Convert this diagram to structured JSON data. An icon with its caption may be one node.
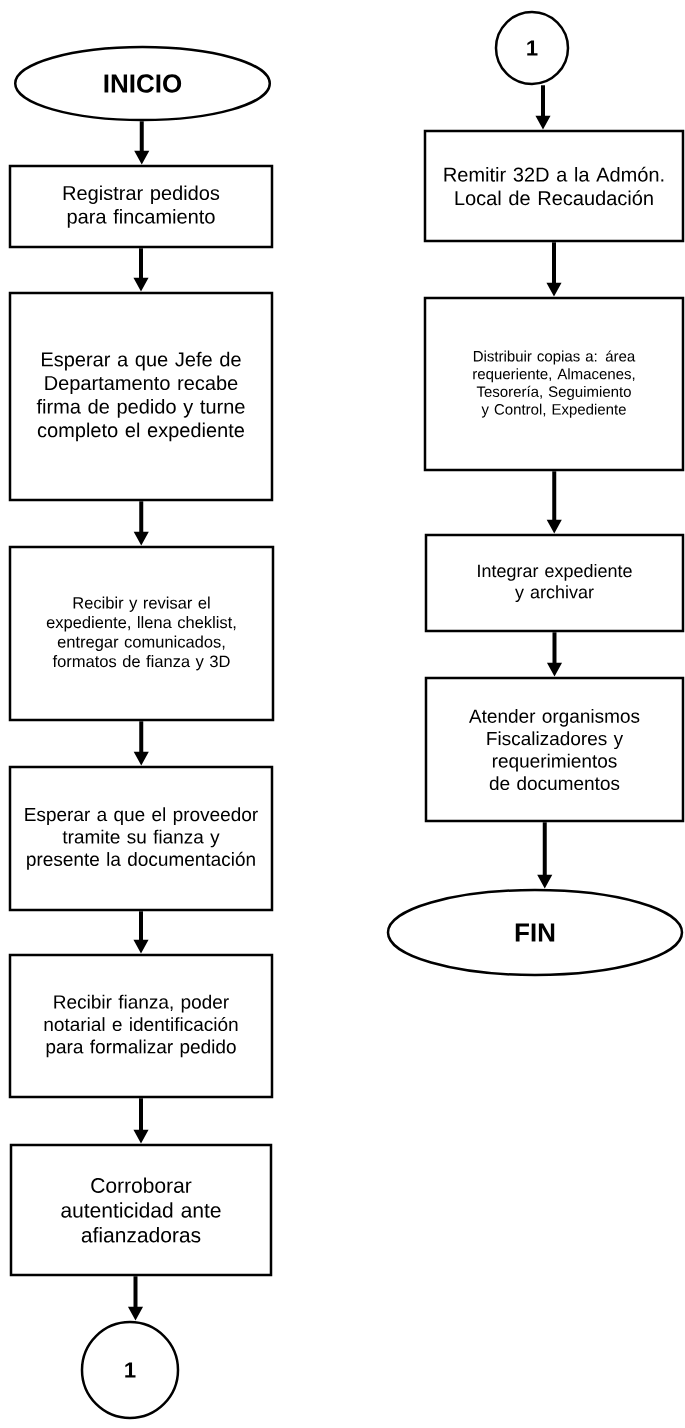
{
  "diagram": {
    "nodes": [
      {
        "text": [
          "INICIO"
        ]
      },
      {
        "text": [
          "Registrar pedidos para fincamiento"
        ]
      },
      {
        "text": [
          "Esperar a que Jefe de Departamento recabe firma de pedido y turne completo el expediente"
        ]
      },
      {
        "text": [
          "Recibir y revisar el expediente, llena cheklist, entregar comunicados, formatos de fianza y 3D"
        ]
      },
      {
        "text": [
          "Esperar a que el proveedor tramite su fianza y presente la documentación"
        ]
      },
      {
        "text": [
          "Recibir fianza, poder notarial e identificación para formalizar pedido"
        ]
      },
      {
        "text": [
          "Corroborar autenticidad ante afianzadoras"
        ]
      },
      {
        "text": [
          "1"
        ]
      },
      {
        "text": [
          "1"
        ]
      },
      {
        "text": [
          "Remitir 32D a la Admón. Local de Recaudación"
        ]
      },
      {
        "text": [
          "Distribuir copias a: área requeriente, Almacenes, Tesorería, Seguimiento y Control, Expediente"
        ]
      },
      {
        "text": [
          "Integrar expediente y archivar"
        ]
      },
      {
        "text": [
          "Atender organismos Fiscalizadores y requerimientos de documentos"
        ]
      },
      {
        "text": [
          "FIN"
        ]
      }
    ],
    "edges": [
      {
        "from": 0,
        "to": 1,
        "arrow": "to"
      },
      {
        "from": 1,
        "to": 2,
        "arrow": "to"
      },
      {
        "from": 2,
        "to": 3,
        "arrow": "to"
      },
      {
        "from": 3,
        "to": 4,
        "arrow": "to"
      },
      {
        "from": 4,
        "to": 5,
        "arrow": "to"
      },
      {
        "from": 5,
        "to": 6,
        "arrow": "to"
      },
      {
        "from": 6,
        "to": 7,
        "arrow": "to"
      },
      {
        "from": 8,
        "to": 9,
        "arrow": "to"
      },
      {
        "from": 9,
        "to": 10,
        "arrow": "to"
      },
      {
        "from": 10,
        "to": 11,
        "arrow": "to"
      },
      {
        "from": 11,
        "to": 12,
        "arrow": "to"
      },
      {
        "from": 12,
        "to": 13,
        "arrow": "to"
      }
    ]
  }
}
